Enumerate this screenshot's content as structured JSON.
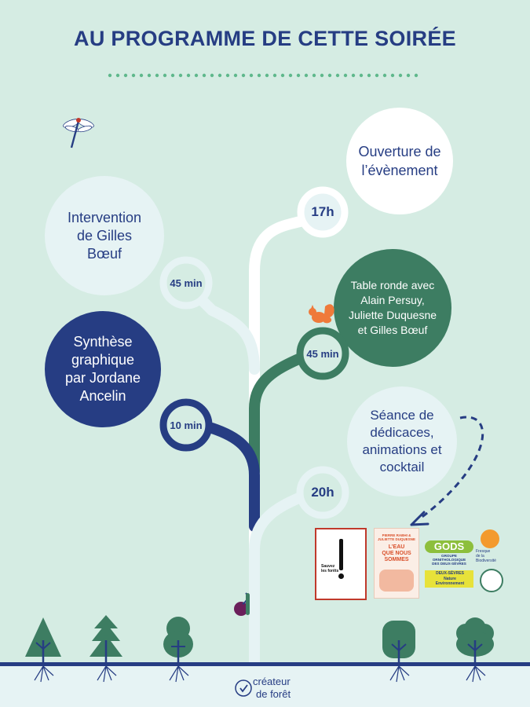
{
  "title": "AU PROGRAMME DE CETTE SOIRÉE",
  "colors": {
    "background": "#d5ece3",
    "navy": "#263d83",
    "green": "#3d7d62",
    "light_bubble": "#e6f3f4",
    "white": "#ffffff",
    "tree": "#3d7d62",
    "ground": "#263d83",
    "squirrel": "#ef7a3a"
  },
  "events": [
    {
      "id": "ouverture",
      "text": "Ouverture de\nl’évènement",
      "time": "17h"
    },
    {
      "id": "intervention",
      "text": "Intervention\nde Gilles\nBœuf",
      "time": "45 min"
    },
    {
      "id": "table-ronde",
      "text": "Table ronde avec\nAlain Persuy,\nJuliette Duquesne\net Gilles Bœuf",
      "time": "45 min"
    },
    {
      "id": "synthese",
      "text": "Synthèse\ngraphique\npar Jordane\nAncelin",
      "time": "10 min"
    },
    {
      "id": "dedicaces",
      "text": "Séance de\ndédicaces,\nanimations et\ncocktail",
      "time": "20h"
    }
  ],
  "books": [
    {
      "id": "sauvez-les-forets",
      "title": "Sauvez\nles forêts"
    },
    {
      "id": "leau-que-nous-sommes",
      "authors": "PIERRE RABHI &\nJULIETTE DUQUESNE",
      "title": "L’EAU\nQUE NOUS\nSOMMES"
    }
  ],
  "partners": [
    {
      "id": "gods",
      "name": "GODS",
      "subtitle": "GROUPE\nORNITHOLOGIQUE\nDES DEUX-SÈVRES"
    },
    {
      "id": "fresque",
      "name": "Fresque\nde la\nBiodiversité"
    },
    {
      "id": "dsne",
      "name": "DEUX-SÈVRES\nNature\nEnvironnement"
    }
  ],
  "footer": {
    "line1": "créateur",
    "line2": "de forêt"
  },
  "icons": [
    "dragonfly-icon",
    "squirrel-icon",
    "snail-icon",
    "tree-icon",
    "leaf-logo-icon"
  ]
}
